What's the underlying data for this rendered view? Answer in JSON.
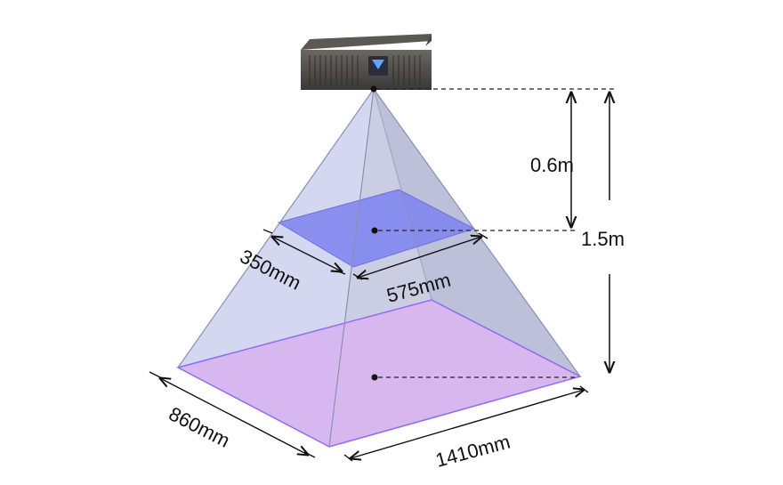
{
  "labels": {
    "near_height": "0.6m",
    "far_height": "1.5m",
    "near_depth": "350mm",
    "near_width": "575mm",
    "far_depth": "860mm",
    "far_width": "1410mm"
  },
  "colors": {
    "background": "#ffffff",
    "frustum_side": "#c9d0ec",
    "frustum_side_right": "#9ea4c4",
    "near_plane": "#7c82f0",
    "far_plane": "#d8b2ee",
    "edge": "#8a8fb3",
    "far_edge": "#8f6cf0",
    "camera_body": "#4a4744",
    "dimension": "#111111"
  },
  "icons": {
    "camera": "depth-camera-icon",
    "camera_logo": "camera-logo-icon"
  }
}
